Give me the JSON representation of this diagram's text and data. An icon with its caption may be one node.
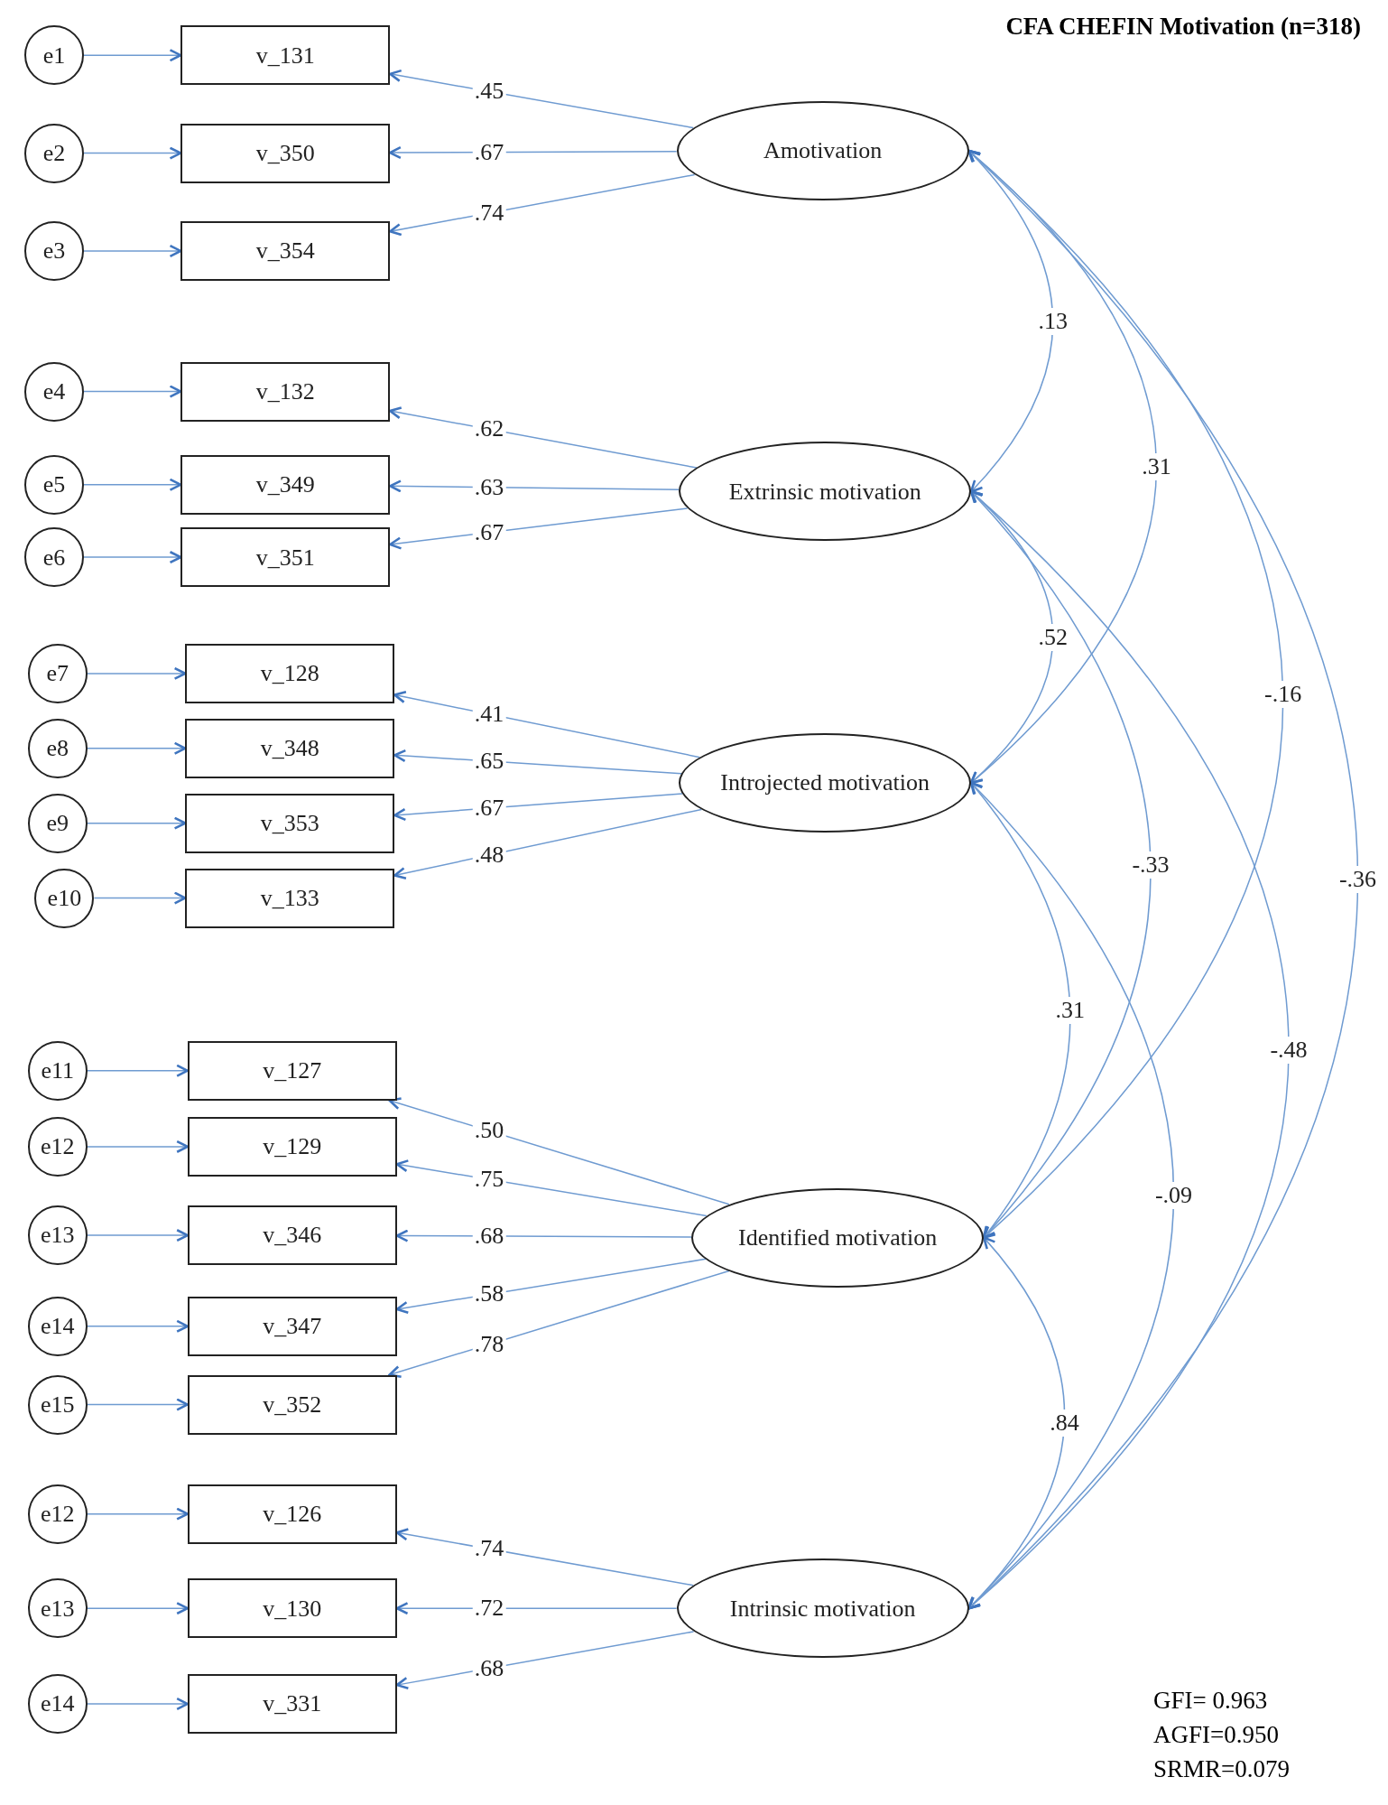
{
  "diagram": {
    "title": "CFA CHEFIN Motivation (n=318)",
    "nodes": [
      {
        "text": [
          "e1"
        ]
      },
      {
        "text": [
          "v_131"
        ]
      },
      {
        "text": [
          "e2"
        ]
      },
      {
        "text": [
          "v_350"
        ]
      },
      {
        "text": [
          "e3"
        ]
      },
      {
        "text": [
          "v_354"
        ]
      },
      {
        "text": [
          "Amotivation"
        ]
      },
      {
        "text": [
          "e4"
        ]
      },
      {
        "text": [
          "v_132"
        ]
      },
      {
        "text": [
          "e5"
        ]
      },
      {
        "text": [
          "v_349"
        ]
      },
      {
        "text": [
          "e6"
        ]
      },
      {
        "text": [
          "v_351"
        ]
      },
      {
        "text": [
          "Extrinsic motivation"
        ]
      },
      {
        "text": [
          "e7"
        ]
      },
      {
        "text": [
          "v_128"
        ]
      },
      {
        "text": [
          "e8"
        ]
      },
      {
        "text": [
          "v_348"
        ]
      },
      {
        "text": [
          "e9"
        ]
      },
      {
        "text": [
          "v_353"
        ]
      },
      {
        "text": [
          "e10"
        ]
      },
      {
        "text": [
          "v_133"
        ]
      },
      {
        "text": [
          "Introjected motivation"
        ]
      },
      {
        "text": [
          "e11"
        ]
      },
      {
        "text": [
          "v_127"
        ]
      },
      {
        "text": [
          "e12"
        ]
      },
      {
        "text": [
          "v_129"
        ]
      },
      {
        "text": [
          "e13"
        ]
      },
      {
        "text": [
          "v_346"
        ]
      },
      {
        "text": [
          "e14"
        ]
      },
      {
        "text": [
          "v_347"
        ]
      },
      {
        "text": [
          "e15"
        ]
      },
      {
        "text": [
          "v_352"
        ]
      },
      {
        "text": [
          "Identified motivation"
        ]
      },
      {
        "text": [
          "e12"
        ]
      },
      {
        "text": [
          "v_126"
        ]
      },
      {
        "text": [
          "e13"
        ]
      },
      {
        "text": [
          "v_130"
        ]
      },
      {
        "text": [
          "e14"
        ]
      },
      {
        "text": [
          "v_331"
        ]
      },
      {
        "text": [
          "Intrinsic motivation"
        ]
      }
    ],
    "edges": [
      {
        "from": 0,
        "to": 1,
        "arrow": "to"
      },
      {
        "from": 2,
        "to": 3,
        "arrow": "to"
      },
      {
        "from": 4,
        "to": 5,
        "arrow": "to"
      },
      {
        "from": 6,
        "to": 1,
        "arrow": "to",
        "label": ".45"
      },
      {
        "from": 6,
        "to": 3,
        "arrow": "to",
        "label": ".67"
      },
      {
        "from": 6,
        "to": 5,
        "arrow": "to",
        "label": ".74"
      },
      {
        "from": 7,
        "to": 8,
        "arrow": "to"
      },
      {
        "from": 9,
        "to": 10,
        "arrow": "to"
      },
      {
        "from": 11,
        "to": 12,
        "arrow": "to"
      },
      {
        "from": 13,
        "to": 8,
        "arrow": "to",
        "label": ".62"
      },
      {
        "from": 13,
        "to": 10,
        "arrow": "to",
        "label": ".63"
      },
      {
        "from": 13,
        "to": 12,
        "arrow": "to",
        "label": ".67"
      },
      {
        "from": 14,
        "to": 15,
        "arrow": "to"
      },
      {
        "from": 16,
        "to": 17,
        "arrow": "to"
      },
      {
        "from": 18,
        "to": 19,
        "arrow": "to"
      },
      {
        "from": 20,
        "to": 21,
        "arrow": "to"
      },
      {
        "from": 22,
        "to": 15,
        "arrow": "to",
        "label": ".41"
      },
      {
        "from": 22,
        "to": 17,
        "arrow": "to",
        "label": ".65"
      },
      {
        "from": 22,
        "to": 19,
        "arrow": "to",
        "label": ".67"
      },
      {
        "from": 22,
        "to": 21,
        "arrow": "to",
        "label": ".48"
      },
      {
        "from": 23,
        "to": 24,
        "arrow": "to"
      },
      {
        "from": 25,
        "to": 26,
        "arrow": "to"
      },
      {
        "from": 27,
        "to": 28,
        "arrow": "to"
      },
      {
        "from": 29,
        "to": 30,
        "arrow": "to"
      },
      {
        "from": 31,
        "to": 32,
        "arrow": "to"
      },
      {
        "from": 33,
        "to": 24,
        "arrow": "to",
        "label": ".50"
      },
      {
        "from": 33,
        "to": 26,
        "arrow": "to",
        "label": ".75"
      },
      {
        "from": 33,
        "to": 28,
        "arrow": "to",
        "label": ".68"
      },
      {
        "from": 33,
        "to": 30,
        "arrow": "to",
        "label": ".58"
      },
      {
        "from": 33,
        "to": 32,
        "arrow": "to",
        "label": ".78"
      },
      {
        "from": 34,
        "to": 35,
        "arrow": "to"
      },
      {
        "from": 36,
        "to": 37,
        "arrow": "to"
      },
      {
        "from": 38,
        "to": 39,
        "arrow": "to"
      },
      {
        "from": 40,
        "to": 35,
        "arrow": "to",
        "label": ".74"
      },
      {
        "from": 40,
        "to": 37,
        "arrow": "to",
        "label": ".72"
      },
      {
        "from": 40,
        "to": 39,
        "arrow": "to",
        "label": ".68"
      },
      {
        "from": 6,
        "to": 13,
        "arrow": "both",
        "label": ".13"
      },
      {
        "from": 6,
        "to": 22,
        "arrow": "both",
        "label": ".31"
      },
      {
        "from": 6,
        "to": 33,
        "arrow": "both",
        "label": "-.16"
      },
      {
        "from": 6,
        "to": 40,
        "arrow": "both",
        "label": "-.36"
      },
      {
        "from": 13,
        "to": 22,
        "arrow": "both",
        "label": ".52"
      },
      {
        "from": 13,
        "to": 33,
        "arrow": "both",
        "label": "-.33"
      },
      {
        "from": 13,
        "to": 40,
        "arrow": "both",
        "label": "-.48"
      },
      {
        "from": 22,
        "to": 33,
        "arrow": "both",
        "label": ".31"
      },
      {
        "from": 22,
        "to": 40,
        "arrow": "both",
        "label": "-.09"
      },
      {
        "from": 33,
        "to": 40,
        "arrow": "both",
        "label": ".84"
      }
    ],
    "labels": [
      "GFI= 0.963",
      "AGFI=0.950",
      "SRMR=0.079"
    ]
  }
}
